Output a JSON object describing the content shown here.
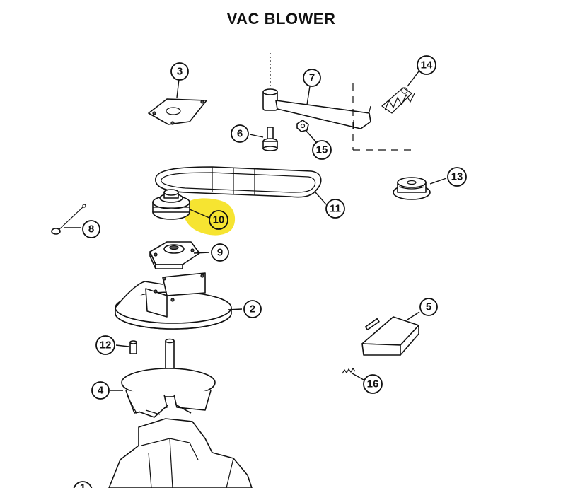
{
  "title": "VAC BLOWER",
  "highlight_color": "#f5e11b",
  "highlighted_callout": "10",
  "callouts": [
    "3",
    "7",
    "14",
    "6",
    "15",
    "13",
    "11",
    "10",
    "8",
    "9",
    "2",
    "5",
    "12",
    "4",
    "16",
    "1"
  ]
}
